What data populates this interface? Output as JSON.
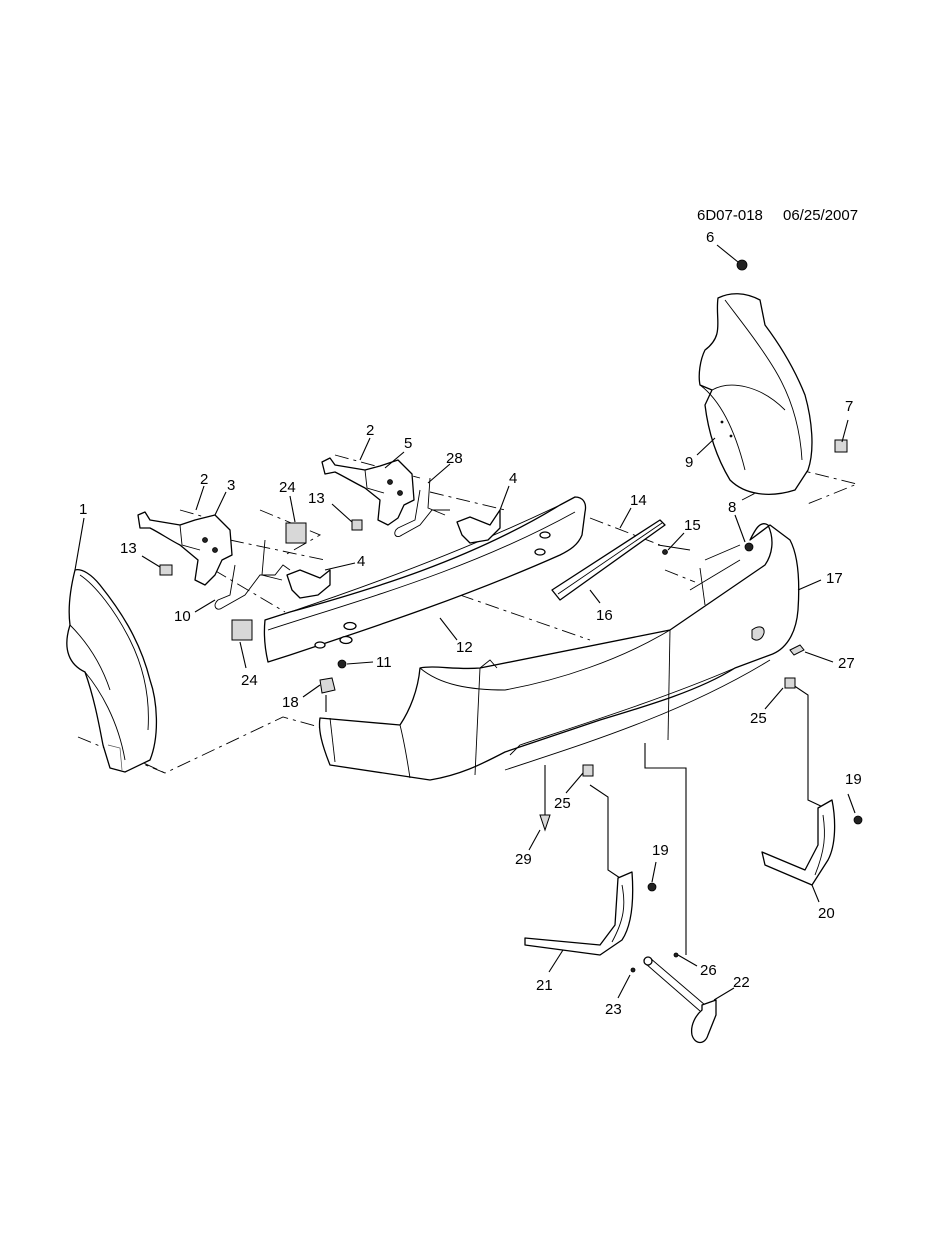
{
  "header": {
    "drawing_id": "6D07-018",
    "date": "06/25/2007"
  },
  "callouts": [
    {
      "id": "c1",
      "label": "1"
    },
    {
      "id": "c2a",
      "label": "2"
    },
    {
      "id": "c2b",
      "label": "2"
    },
    {
      "id": "c3",
      "label": "3"
    },
    {
      "id": "c4a",
      "label": "4"
    },
    {
      "id": "c4b",
      "label": "4"
    },
    {
      "id": "c5",
      "label": "5"
    },
    {
      "id": "c6",
      "label": "6"
    },
    {
      "id": "c7",
      "label": "7"
    },
    {
      "id": "c8",
      "label": "8"
    },
    {
      "id": "c9",
      "label": "9"
    },
    {
      "id": "c10",
      "label": "10"
    },
    {
      "id": "c11",
      "label": "11"
    },
    {
      "id": "c12",
      "label": "12"
    },
    {
      "id": "c13a",
      "label": "13"
    },
    {
      "id": "c13b",
      "label": "13"
    },
    {
      "id": "c14",
      "label": "14"
    },
    {
      "id": "c15",
      "label": "15"
    },
    {
      "id": "c16",
      "label": "16"
    },
    {
      "id": "c17",
      "label": "17"
    },
    {
      "id": "c18",
      "label": "18"
    },
    {
      "id": "c19a",
      "label": "19"
    },
    {
      "id": "c19b",
      "label": "19"
    },
    {
      "id": "c20",
      "label": "20"
    },
    {
      "id": "c21",
      "label": "21"
    },
    {
      "id": "c22",
      "label": "22"
    },
    {
      "id": "c23",
      "label": "23"
    },
    {
      "id": "c24a",
      "label": "24"
    },
    {
      "id": "c24b",
      "label": "24"
    },
    {
      "id": "c25a",
      "label": "25"
    },
    {
      "id": "c25b",
      "label": "25"
    },
    {
      "id": "c26",
      "label": "26"
    },
    {
      "id": "c27",
      "label": "27"
    },
    {
      "id": "c28",
      "label": "28"
    },
    {
      "id": "c29",
      "label": "29"
    }
  ]
}
